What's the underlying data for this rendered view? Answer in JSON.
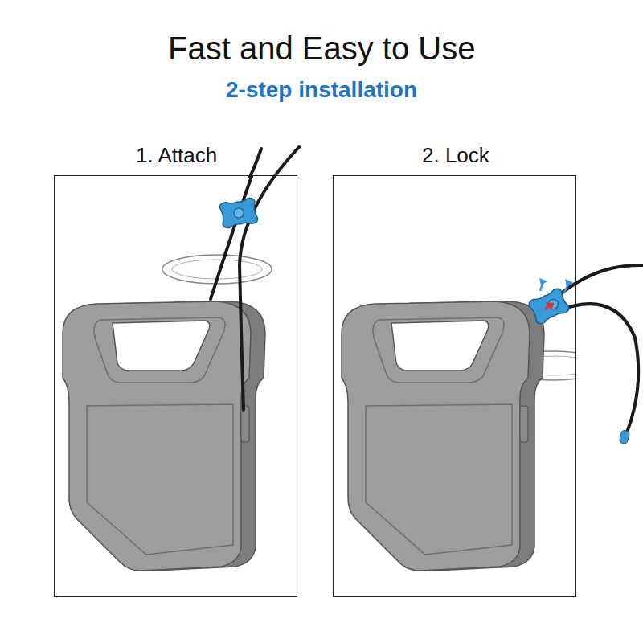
{
  "diagram": {
    "title": "Fast and Easy to Use",
    "nodes": [
      {
        "text": [
          "1. Attach"
        ]
      },
      {
        "text": [
          "2. Lock"
        ]
      }
    ],
    "labels": [
      "2-step installation"
    ]
  }
}
